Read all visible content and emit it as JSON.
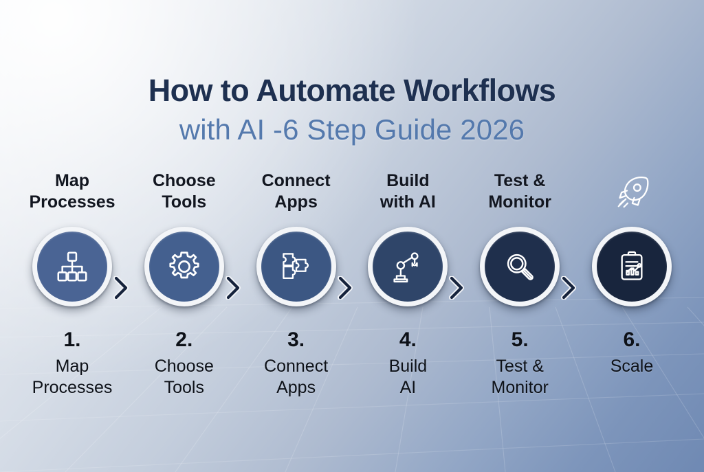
{
  "headline": {
    "line1": "How to Automate Workflows",
    "line2": "with AI -6 Step Guide 2026",
    "line1_color": "#1e3050",
    "line2_color": "#5479ad"
  },
  "decor": {
    "rocket_icon": "rocket-icon"
  },
  "steps": [
    {
      "top_label": "Map\nProcesses",
      "number": "1.",
      "name": "Map\nProcesses",
      "icon": "org-chart-icon",
      "fill": "#4a6494",
      "has_chevron": true
    },
    {
      "top_label": "Choose\nTools",
      "number": "2.",
      "name": "Choose\nTools",
      "icon": "gear-icon",
      "fill": "#44608f",
      "has_chevron": true
    },
    {
      "top_label": "Connect\nApps",
      "number": "3.",
      "name": "Connect\nApps",
      "icon": "puzzle-icon",
      "fill": "#3c5783",
      "has_chevron": true
    },
    {
      "top_label": "Build\nwith AI",
      "number": "4.",
      "name": "Build\nAI",
      "icon": "robot-arm-icon",
      "fill": "#2f4col",
      "has_chevron": true
    },
    {
      "top_label": "Test &\nMonitor",
      "number": "5.",
      "name": "Test &\nMonitor",
      "icon": "magnifier-icon",
      "fill": "#1f2f4c",
      "has_chevron": true
    },
    {
      "top_label": "",
      "number": "6.",
      "name": "Scale",
      "icon": "clipboard-chart-icon",
      "fill": "#18253d",
      "has_chevron": false
    }
  ],
  "palette": {
    "background_light": "#f4f6f9",
    "background_dark": "#6f89b3",
    "ring": "#f3f5f8",
    "icon_stroke": "#ffffff",
    "chevron": "#f2f4f8",
    "text_dark": "#0d1118"
  }
}
